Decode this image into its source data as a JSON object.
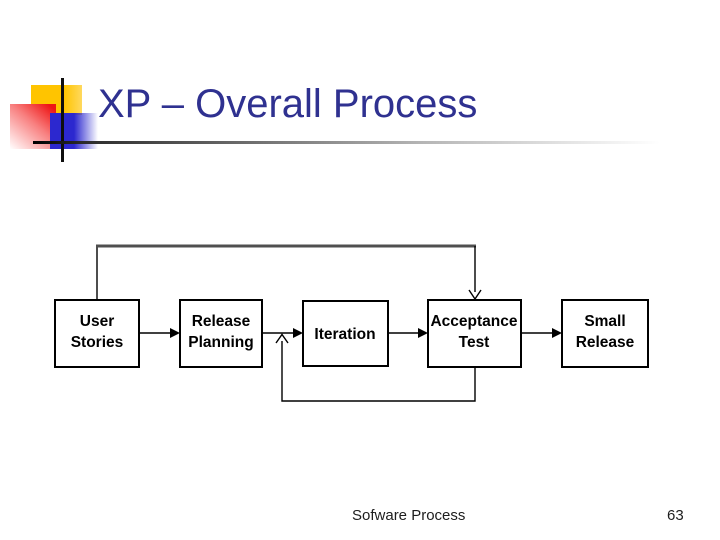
{
  "slide": {
    "title": "XP – Overall Process",
    "footer_text": "Sofware Process",
    "slide_number": "63"
  },
  "diagram": {
    "type": "flow-diagram",
    "boxes": [
      {
        "id": "user-stories",
        "line1": "User",
        "line2": "Stories"
      },
      {
        "id": "release-planning",
        "line1": "Release",
        "line2": "Planning"
      },
      {
        "id": "iteration",
        "line1": "Iteration",
        "line2": ""
      },
      {
        "id": "acceptance-test",
        "line1": "Acceptance",
        "line2": "Test"
      },
      {
        "id": "small-release",
        "line1": "Small",
        "line2": "Release"
      }
    ],
    "connections": [
      {
        "from": "user-stories",
        "to": "release-planning",
        "style": "solid-arrow"
      },
      {
        "from": "release-planning",
        "to": "iteration",
        "style": "solid-arrow"
      },
      {
        "from": "iteration",
        "to": "acceptance-test",
        "style": "solid-arrow"
      },
      {
        "from": "acceptance-test",
        "to": "small-release",
        "style": "solid-arrow"
      },
      {
        "from": "user-stories",
        "to": "acceptance-test",
        "style": "open-arrow",
        "route": "over-top"
      },
      {
        "from": "acceptance-test",
        "to": "iteration",
        "style": "open-arrow",
        "route": "under-bottom"
      }
    ]
  },
  "colors": {
    "title_text": "#2f3190",
    "accent_yellow": "#ffc400",
    "accent_red": "#ee1515",
    "accent_blue": "#2c28cf",
    "box_border": "#000000",
    "box_fill": "#ffffff",
    "feedback_top_line": "#4f4f4f",
    "footer_text": "#1d1d1d",
    "background": "#ffffff"
  }
}
